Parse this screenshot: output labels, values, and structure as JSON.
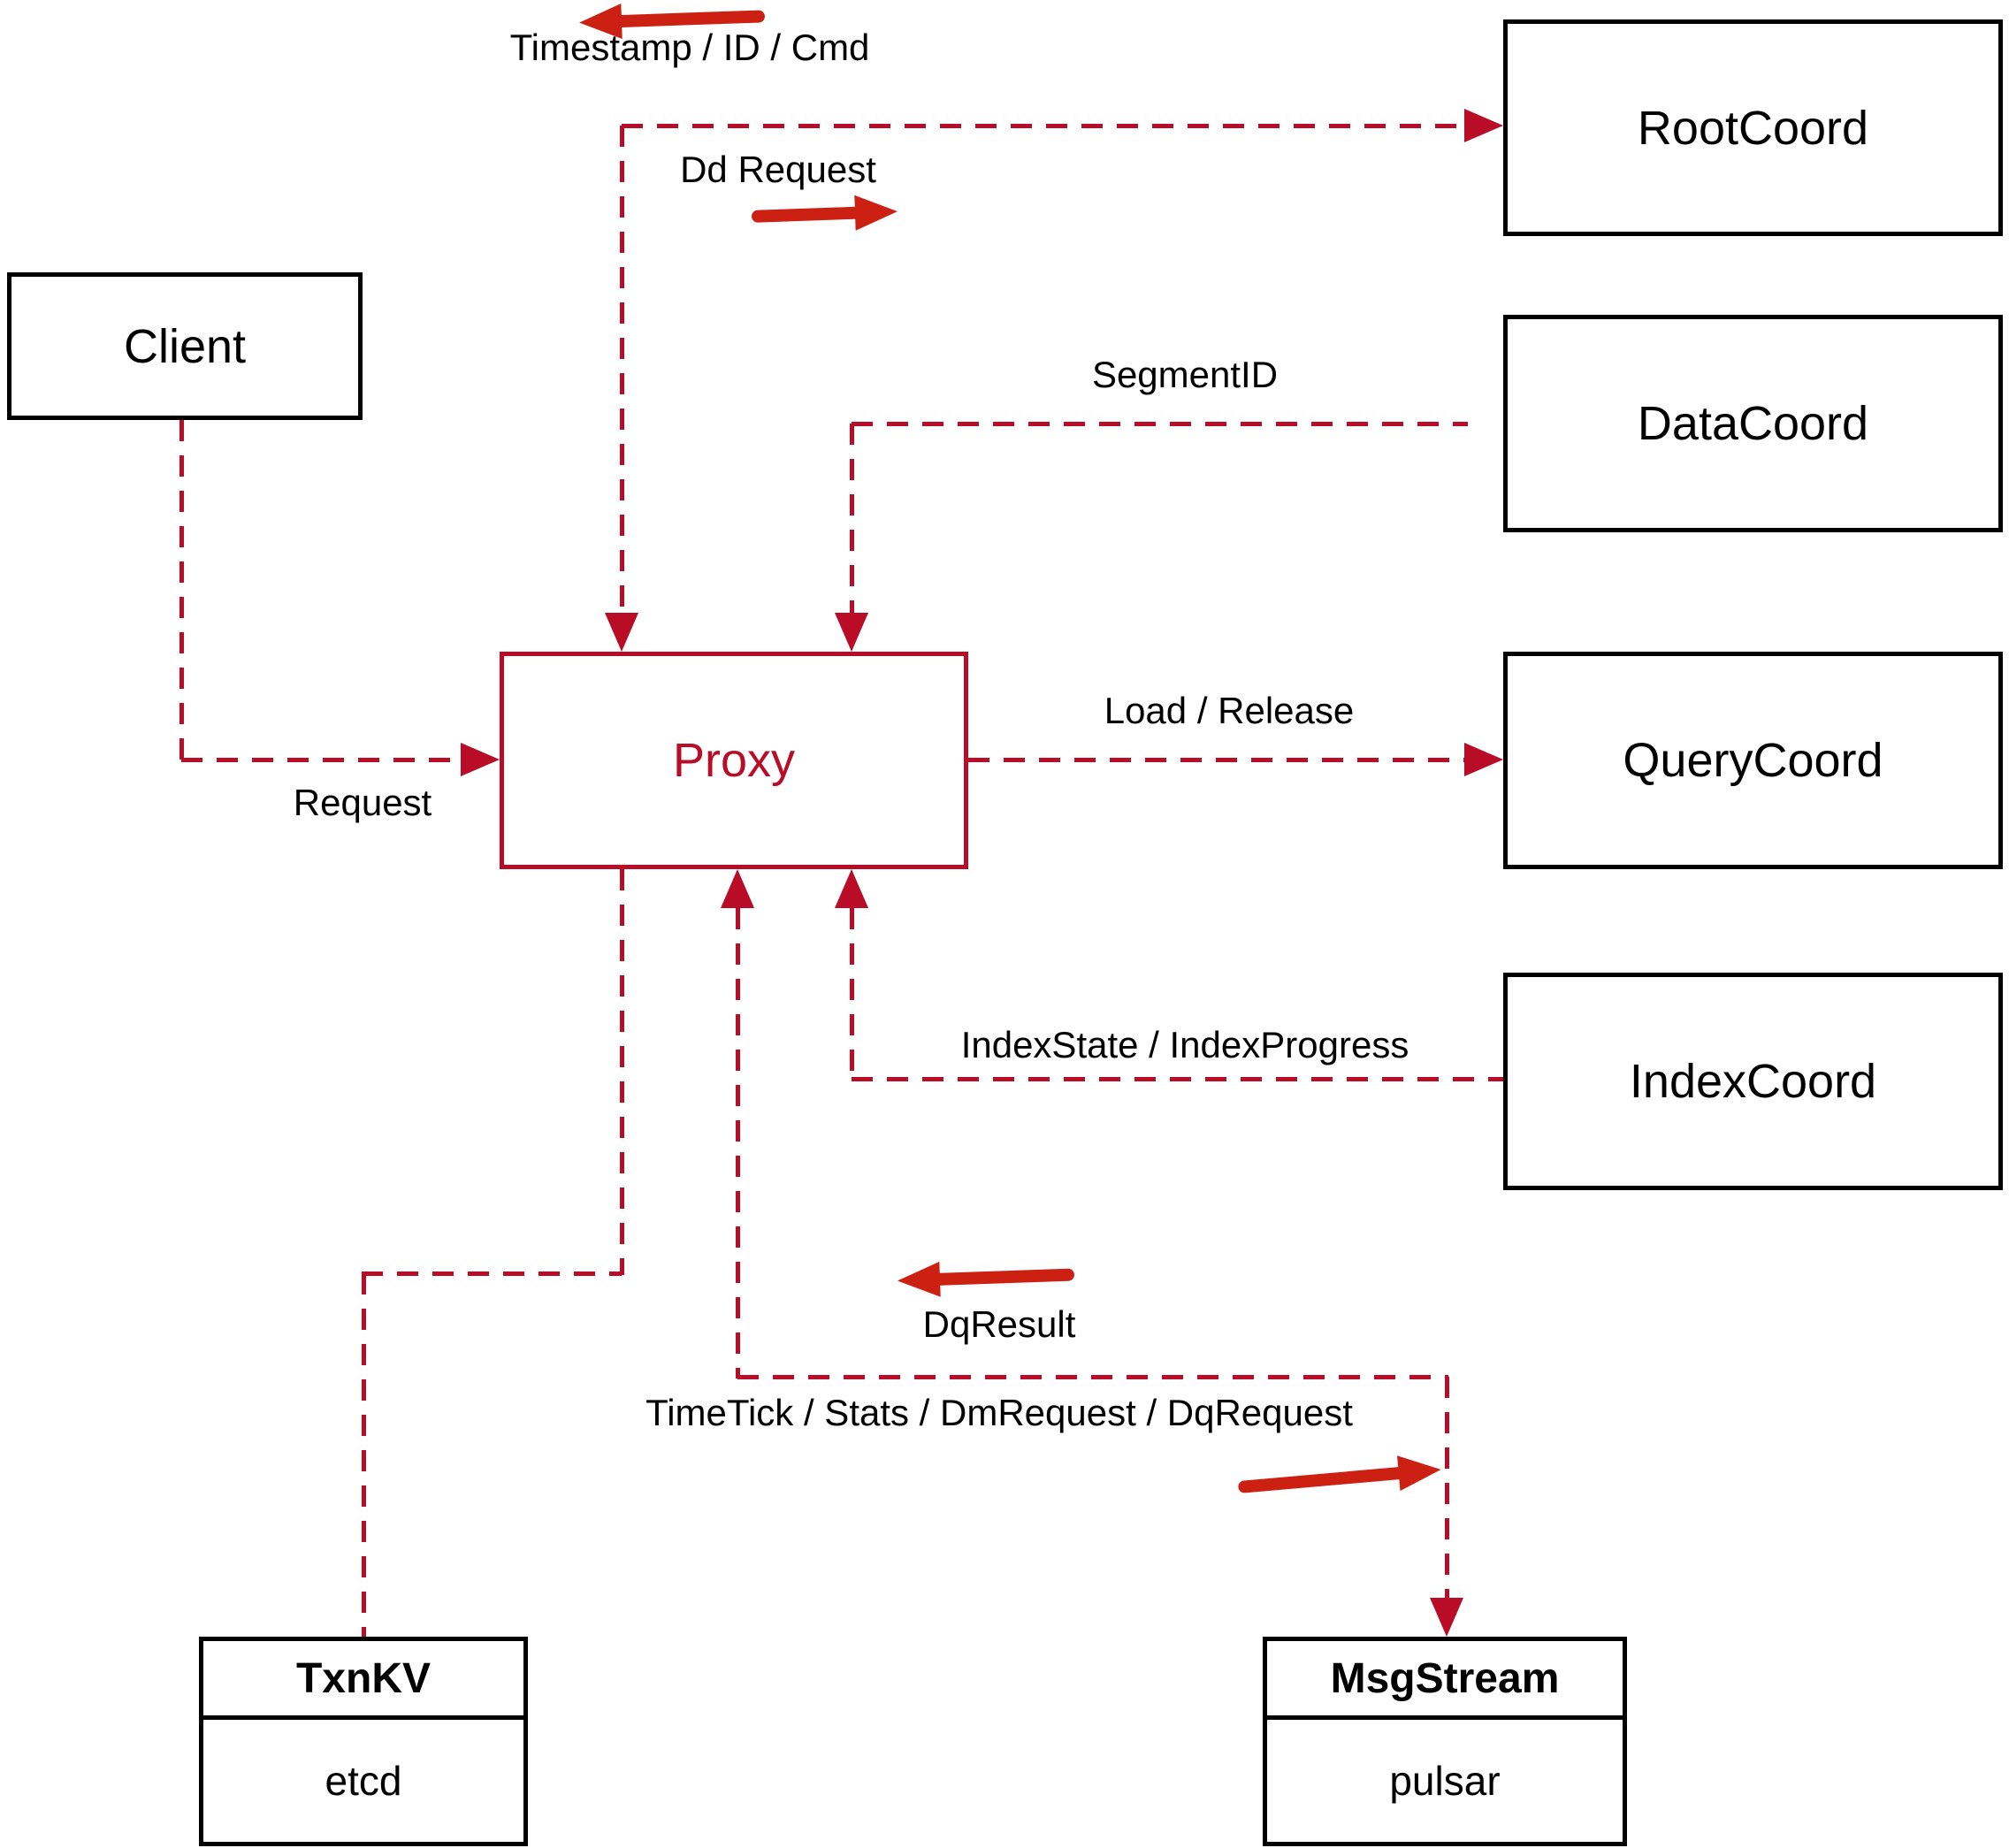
{
  "nodes": {
    "client": {
      "label": "Client"
    },
    "proxy": {
      "label": "Proxy"
    },
    "rootcoord": {
      "label": "RootCoord"
    },
    "datacoord": {
      "label": "DataCoord"
    },
    "querycoord": {
      "label": "QueryCoord"
    },
    "indexcoord": {
      "label": "IndexCoord"
    },
    "txnkv": {
      "title": "TxnKV",
      "subtitle": "etcd"
    },
    "msgstream": {
      "title": "MsgStream",
      "subtitle": "pulsar"
    }
  },
  "edge_labels": {
    "timestamp_id_cmd": "Timestamp / ID / Cmd",
    "dd_request": "Dd Request",
    "segment_id": "SegmentID",
    "request": "Request",
    "load_release": "Load / Release",
    "index_state": "IndexState / IndexProgress",
    "dq_result": "DqResult",
    "timetick": "TimeTick / Stats / DmRequest / DqRequest"
  },
  "colors": {
    "dashed_line": "#b90c27",
    "solid_arrow": "#cc2112",
    "box_border": "#000000",
    "text": "#000000"
  }
}
